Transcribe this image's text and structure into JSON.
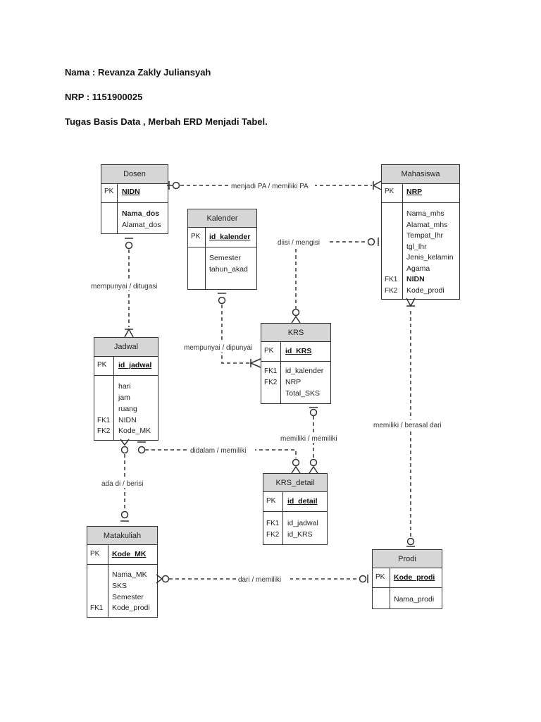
{
  "header": {
    "name": "Nama : Revanza Zakly Juliansyah",
    "nrp": "NRP : 1151900025",
    "task": "Tugas Basis Data , Merbah ERD Menjadi Tabel."
  },
  "entities": {
    "dosen": {
      "title": "Dosen",
      "pk_tag": "PK",
      "pk": "NIDN",
      "attrs": [
        "Nama_dos",
        "Alamat_dos"
      ]
    },
    "kalender": {
      "title": "Kalender",
      "pk_tag": "PK",
      "pk": "id_kalender",
      "attrs": [
        "Semester",
        "tahun_akad"
      ]
    },
    "mahasiswa": {
      "title": "Mahasiswa",
      "pk_tag": "PK",
      "pk": "NRP",
      "attrs": [
        "Nama_mhs",
        "Alamat_mhs",
        "Tempat_lhr",
        "tgl_lhr",
        "Jenis_kelamin",
        "Agama",
        "NIDN",
        "Kode_prodi"
      ],
      "fk_tags": [
        "FK1",
        "FK2"
      ]
    },
    "krs": {
      "title": "KRS",
      "pk_tag": "PK",
      "pk": "id_KRS",
      "attrs": [
        "id_kalender",
        "NRP",
        "Total_SKS"
      ],
      "fk_tags": [
        "FK1",
        "FK2"
      ]
    },
    "jadwal": {
      "title": "Jadwal",
      "pk_tag": "PK",
      "pk": "id_jadwal",
      "attrs": [
        "hari",
        "jam",
        "ruang",
        "NIDN",
        "Kode_MK"
      ],
      "fk_tags": [
        "FK1",
        "FK2"
      ]
    },
    "krs_detail": {
      "title": "KRS_detail",
      "pk_tag": "PK",
      "pk": "id_detail",
      "attrs": [
        "id_jadwal",
        "id_KRS"
      ],
      "fk_tags": [
        "FK1",
        "FK2"
      ]
    },
    "matakuliah": {
      "title": "Matakuliah",
      "pk_tag": "PK",
      "pk": "Kode_MK",
      "attrs": [
        "Nama_MK",
        "SKS",
        "Semester",
        "Kode_prodi"
      ],
      "fk_tags": [
        "FK1"
      ]
    },
    "prodi": {
      "title": "Prodi",
      "pk_tag": "PK",
      "pk": "Kode_prodi",
      "attrs": [
        "Nama_prodi"
      ]
    }
  },
  "relationships": {
    "dosen_mahasiswa": "menjadi PA / memiliki PA",
    "dosen_jadwal": "mempunyai / ditugasi",
    "mahasiswa_krs": "diisi / mengisi",
    "kalender_krs": "mempunyai / dipunyai",
    "mahasiswa_prodi": "memiliki / berasal dari",
    "jadwal_krsdetail": "didalam / memiliki",
    "krs_krsdetail": "memiliki / memiliki",
    "jadwal_matakuliah": "ada di / berisi",
    "matakuliah_prodi": "dari / memiliki"
  }
}
